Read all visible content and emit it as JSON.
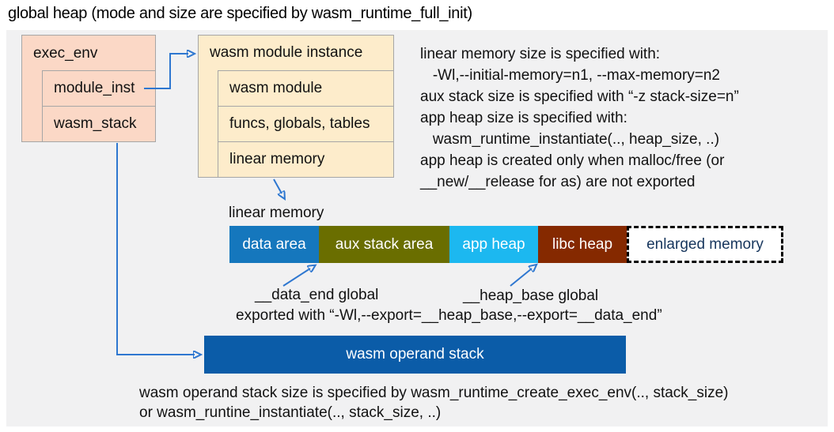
{
  "title": "global heap (mode and size are specified by wasm_runtime_full_init)",
  "exec_env": {
    "label": "exec_env",
    "children": [
      "module_inst",
      "wasm_stack"
    ]
  },
  "module_instance": {
    "label": "wasm module instance",
    "children": [
      "wasm module",
      "funcs, globals, tables",
      "linear memory"
    ]
  },
  "notes": {
    "lines": [
      "linear memory size is specified with:",
      "   -Wl,--initial-memory=n1, --max-memory=n2",
      "aux stack size is specified with “-z stack-size=n”",
      "app heap size is specified with:",
      "   wasm_runtime_instantiate(.., heap_size, ..)",
      "app heap is created only when malloc/free (or",
      "__new/__release for as) are not exported"
    ]
  },
  "linear_memory": {
    "label": "linear memory",
    "segments": [
      {
        "label": "data area",
        "color": "#1577bd"
      },
      {
        "label": "aux stack area",
        "color": "#6a6e00"
      },
      {
        "label": "app heap",
        "color": "#1cb8f0"
      },
      {
        "label": "libc heap",
        "color": "#852900"
      },
      {
        "label": "enlarged memory",
        "color": "#ffffff",
        "text_color": "#17365d",
        "border_style": "dashed"
      }
    ]
  },
  "annotations": {
    "data_end": "__data_end global",
    "heap_base": "__heap_base global",
    "exported": "exported with “-Wl,--export=__heap_base,--export=__data_end”"
  },
  "operand_stack": {
    "label": "wasm operand stack",
    "color": "#0b5ca8"
  },
  "footer": {
    "lines": [
      "wasm operand stack size is specified by wasm_runtime_create_exec_env(.., stack_size)",
      "or wasm_runtine_instantiate(.., stack_size, ..)"
    ]
  },
  "colors": {
    "panel_bg": "#f1f1f2",
    "exec_env_fill": "#fbd8c6",
    "module_instance_fill": "#fdeccb",
    "box_border": "#a6a6a6",
    "arrow_blue": "#2e77d0",
    "enlarged_text": "#17365d"
  }
}
